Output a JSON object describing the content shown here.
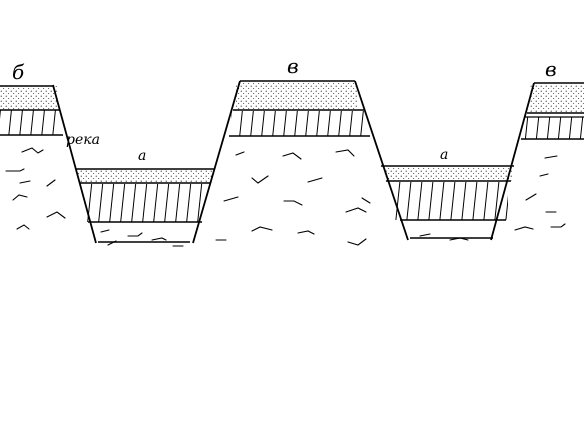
{
  "diagram": {
    "labels": {
      "upper_left": "б",
      "upper_middle": "в",
      "upper_right": "в",
      "lower_left": "а",
      "lower_right": "а",
      "river": "река"
    },
    "ink_color": "#000000",
    "background_color": "#ffffff"
  }
}
